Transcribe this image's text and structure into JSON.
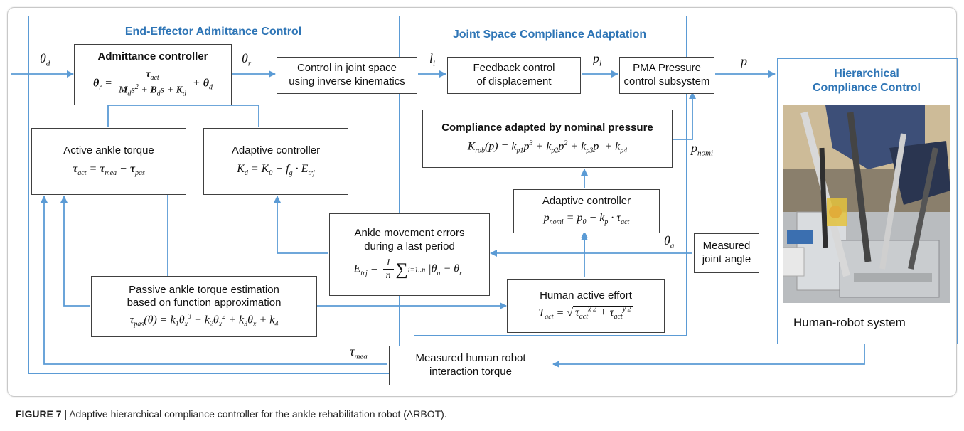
{
  "regions": {
    "ee_title": "End-Effector Admittance Control",
    "js_title": "Joint Space Compliance Adaptation",
    "hc_title": "Hierarchical Compliance Control"
  },
  "blocks": {
    "admittance_title": "Admittance controller",
    "joint_space_line1": "Control in joint space",
    "joint_space_line2": "using inverse kinematics",
    "feedback_line1": "Feedback control",
    "feedback_line2": "of displacement",
    "pma_line1": "PMA Pressure",
    "pma_line2": "control subsystem",
    "compliance_title": "Compliance adapted by nominal pressure",
    "active_torque_title": "Active ankle torque",
    "adaptive_left_title": "Adaptive controller",
    "adaptive_right_title": "Adaptive controller",
    "errors_line1": "Ankle movement errors",
    "errors_line2": "during a last period",
    "measured_angle_line1": "Measured",
    "measured_angle_line2": "joint angle",
    "passive_line1": "Passive ankle torque estimation",
    "passive_line2": "based on function approximation",
    "human_effort_title": "Human active effort",
    "interaction_line1": "Measured human robot",
    "interaction_line2": "interaction torque"
  },
  "human_robot_label": "Human-robot system",
  "caption": {
    "figure_label": "FIGURE 7",
    "text": " | Adaptive hierarchical compliance controller for the ankle rehabilitation robot (ARBOT)."
  },
  "colors": {
    "arrow": "#5b9bd5",
    "region_border": "#5b9bd5",
    "title": "#2e75b6"
  }
}
